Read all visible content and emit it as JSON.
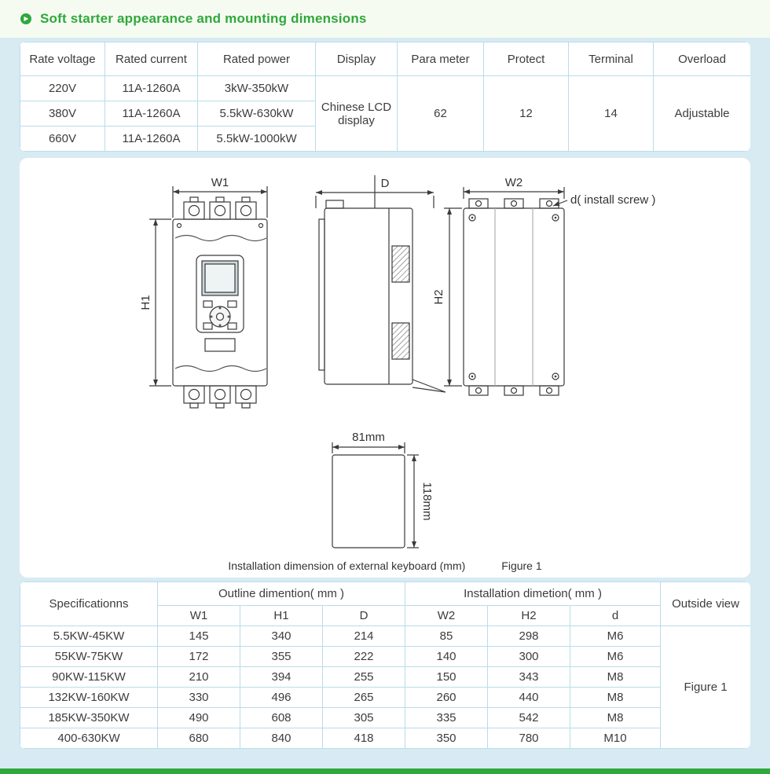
{
  "page": {
    "title": "Soft starter appearance and mounting dimensions"
  },
  "spec_table": {
    "headers": [
      "Rate voltage",
      "Rated current",
      "Rated power",
      "Display",
      "Para meter",
      "Protect",
      "Terminal",
      "Overload"
    ],
    "rows": [
      [
        "220V",
        "11A-1260A",
        "3kW-350kW"
      ],
      [
        "380V",
        "11A-1260A",
        "5.5kW-630kW"
      ],
      [
        "660V",
        "11A-1260A",
        "5.5kW-1000kW"
      ]
    ],
    "display": "Chinese LCD display",
    "parameter": "62",
    "protect": "12",
    "terminal": "14",
    "overload": "Adjustable"
  },
  "figure": {
    "labels": {
      "w1": "W1",
      "h1": "H1",
      "d": "D",
      "w2": "W2",
      "h2": "H2",
      "screw": "d( install screw )",
      "keyboard_width": "81mm",
      "keyboard_height": "118mm"
    },
    "caption": "Installation dimension of external keyboard (mm)",
    "figure_label": "Figure 1"
  },
  "dimension_table": {
    "spec_header": "Specificationns",
    "outline_header": "Outline dimention( mm )",
    "installation_header": "Installation dimetion( mm )",
    "outside_header": "Outside view",
    "columns": [
      "W1",
      "H1",
      "D",
      "W2",
      "H2",
      "d"
    ],
    "rows": [
      {
        "spec": "5.5KW-45KW",
        "w1": "145",
        "h1": "340",
        "d": "214",
        "w2": "85",
        "h2": "298",
        "screw": "M6"
      },
      {
        "spec": "55KW-75KW",
        "w1": "172",
        "h1": "355",
        "d": "222",
        "w2": "140",
        "h2": "300",
        "screw": "M6"
      },
      {
        "spec": "90KW-115KW",
        "w1": "210",
        "h1": "394",
        "d": "255",
        "w2": "150",
        "h2": "343",
        "screw": "M8"
      },
      {
        "spec": "132KW-160KW",
        "w1": "330",
        "h1": "496",
        "d": "265",
        "w2": "260",
        "h2": "440",
        "screw": "M8"
      },
      {
        "spec": "185KW-350KW",
        "w1": "490",
        "h1": "608",
        "d": "305",
        "w2": "335",
        "h2": "542",
        "screw": "M8"
      },
      {
        "spec": "400-630KW",
        "w1": "680",
        "h1": "840",
        "d": "418",
        "w2": "350",
        "h2": "780",
        "screw": "M10"
      }
    ],
    "outside_view": "Figure 1"
  }
}
